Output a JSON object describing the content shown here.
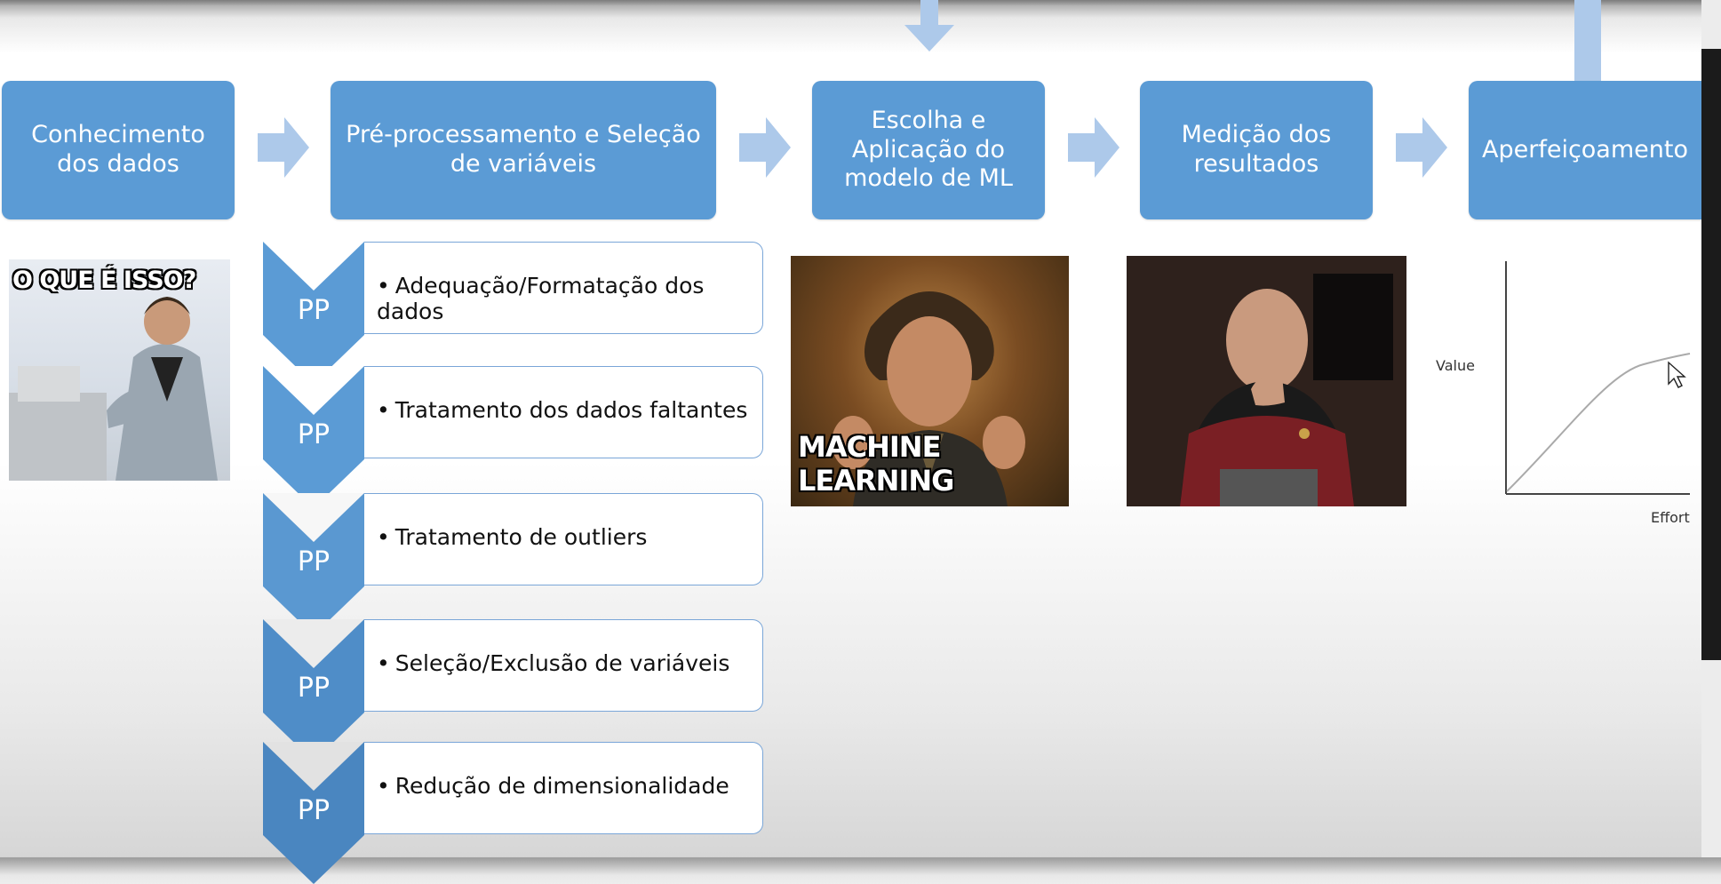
{
  "steps": [
    {
      "label": "Conhecimento dos dados"
    },
    {
      "label": "Pré-processamento e Seleção de variáveis"
    },
    {
      "label": "Escolha e Aplicação do modelo de ML"
    },
    {
      "label": "Medição dos resultados"
    },
    {
      "label": "Aperfeiçoamento"
    }
  ],
  "preprocessing": {
    "badge": "PP",
    "bullet": "•",
    "items": [
      "Adequação/Formatação dos dados",
      "Tratamento dos dados faltantes",
      "Tratamento de outliers",
      "Seleção/Exclusão de variáveis",
      "Redução de dimensionalidade"
    ]
  },
  "memes": {
    "first_caption": "O QUE É ISSO?",
    "second_caption": "MACHINE LEARNING"
  },
  "graph": {
    "ylabel": "Value",
    "xlabel": "Effort"
  },
  "colors": {
    "step_blue": "#5b9bd5",
    "chevron_blue": "#5b9bd5",
    "arrow_light_blue": "#adc9ea"
  }
}
